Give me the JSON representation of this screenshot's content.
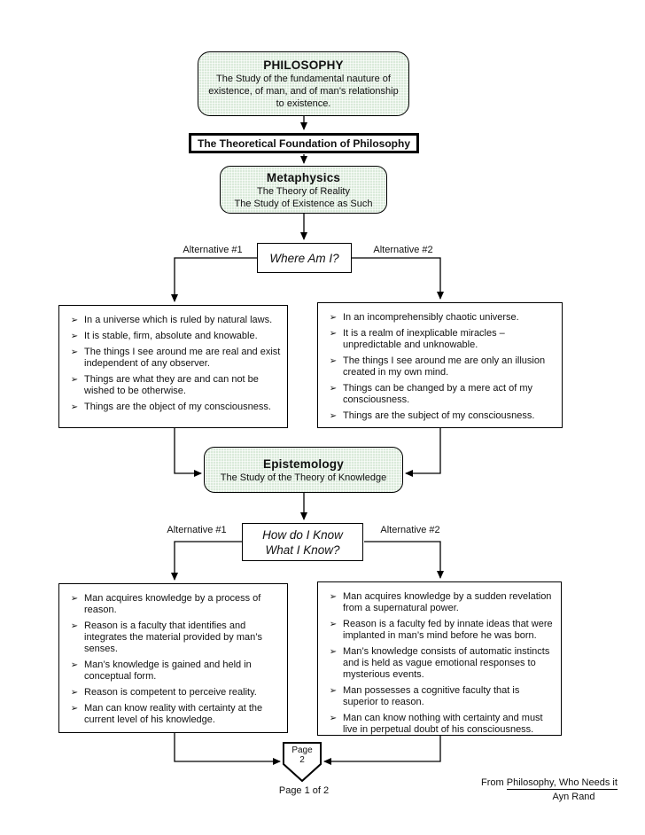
{
  "bullet_glyph": "➢",
  "colors": {
    "box_fill": "#daeada",
    "line": "#000000"
  },
  "philosophy_box": {
    "title": "PHILOSOPHY",
    "subtitle": "The Study of the fundamental nauture of existence, of man, and of man’s relationship to existence."
  },
  "foundation_box": {
    "label": "The Theoretical Foundation of Philosophy"
  },
  "metaphysics_box": {
    "title": "Metaphysics",
    "line1": "The Theory of Reality",
    "line2": "The Study of Existence as Such"
  },
  "where_box": {
    "question": "Where Am I?",
    "alt1": "Alternative #1",
    "alt2": "Alternative #2"
  },
  "metaphysics_alt1": {
    "items": [
      "In a universe which is ruled by natural laws.",
      "It is stable, firm, absolute and knowable.",
      "The things I see around me are real and exist independent of any observer.",
      "Things are what they are and can not be wished to be otherwise.",
      "Things are the object of my consciousness."
    ]
  },
  "metaphysics_alt2": {
    "items": [
      "In an incomprehensibly chaotic universe.",
      "It is a realm of inexplicable miracles – unpredictable and unknowable.",
      "The things I see around me are only an illusion created in my own mind.",
      "Things can be changed by a mere act of my consciousness.",
      "Things are the subject of my consciousness."
    ]
  },
  "epistemology_box": {
    "title": "Epistemology",
    "subtitle": "The Study of the Theory of Knowledge"
  },
  "how_box": {
    "line1": "How do I Know",
    "line2": "What I Know?",
    "alt1": "Alternative #1",
    "alt2": "Alternative #2"
  },
  "epistemology_alt1": {
    "items": [
      "Man acquires knowledge by a process of reason.",
      "Reason is a faculty that identifies and integrates the material provided by man’s senses.",
      "Man’s knowledge is gained and held in conceptual form.",
      "Reason is competent to perceive reality.",
      "Man can know reality with certainty at the current level of his knowledge."
    ]
  },
  "epistemology_alt2": {
    "items": [
      "Man acquires knowledge by a sudden revelation from a supernatural power.",
      "Reason is a faculty fed by innate ideas that were implanted in man’s mind before he was born.",
      "Man’s knowledge consists of automatic instincts and is held as vague emotional responses to mysterious events.",
      "Man possesses a cognitive faculty that is superior to reason.",
      "Man can know nothing with certainty and must live in perpetual doubt of his consciousness."
    ]
  },
  "page_connector": {
    "line1": "Page",
    "line2": "2"
  },
  "footer": {
    "page_label": "Page 1 of 2",
    "citation_prefix": "From",
    "citation_title": "Philosophy, Who Needs it",
    "citation_author": "Ayn Rand"
  }
}
